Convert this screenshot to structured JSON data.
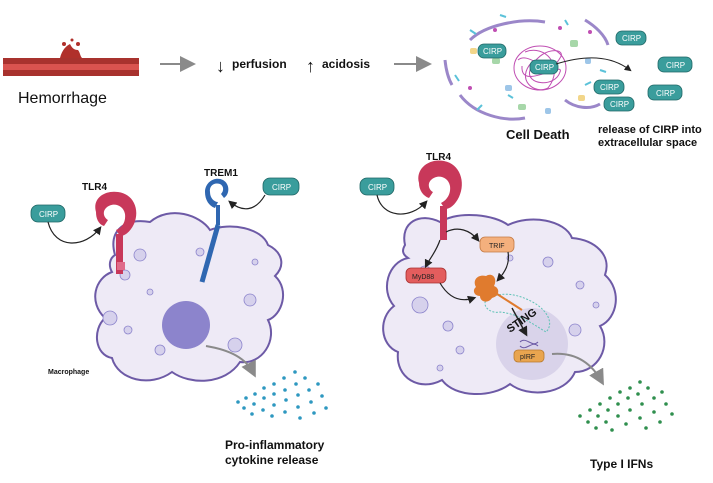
{
  "top": {
    "hemorrhage": "Hemorrhage",
    "perfusion_arrow": "↓",
    "perfusion": "perfusion",
    "acidosis_arrow": "↑",
    "acidosis": "acidosis",
    "cell_death": "Cell Death",
    "release_line1": "release of CIRP into",
    "release_line2": "extracellular space",
    "cirp_labels": [
      "CIRP",
      "CIRP",
      "CIRP",
      "CIRP",
      "CIRP",
      "CIRP",
      "CIRP"
    ]
  },
  "left_panel": {
    "cirp_a": "CIRP",
    "cirp_b": "CIRP",
    "tlr4": "TLR4",
    "trem1": "TREM1",
    "macrophage": "Macrophage",
    "output_line1": "Pro-inflammatory",
    "output_line2": "cytokine release"
  },
  "right_panel": {
    "cirp": "CIRP",
    "tlr4": "TLR4",
    "trif": "TRIF",
    "myd88": "MyD88",
    "sting": "STING",
    "pirf": "pIRF",
    "output": "Type I IFNs"
  },
  "colors": {
    "cirp_fill": "#3a9d9c",
    "receptor": "#c8385a",
    "trem1": "#2f67b1",
    "cell_outline": "#6d5aa6",
    "nucleus": "#8c84cc",
    "sting": "#e07b2e",
    "myd88": "#e35d5d",
    "trif": "#f4b07d",
    "cytokine": "#2e98c0",
    "ifn": "#2f8f4e"
  }
}
